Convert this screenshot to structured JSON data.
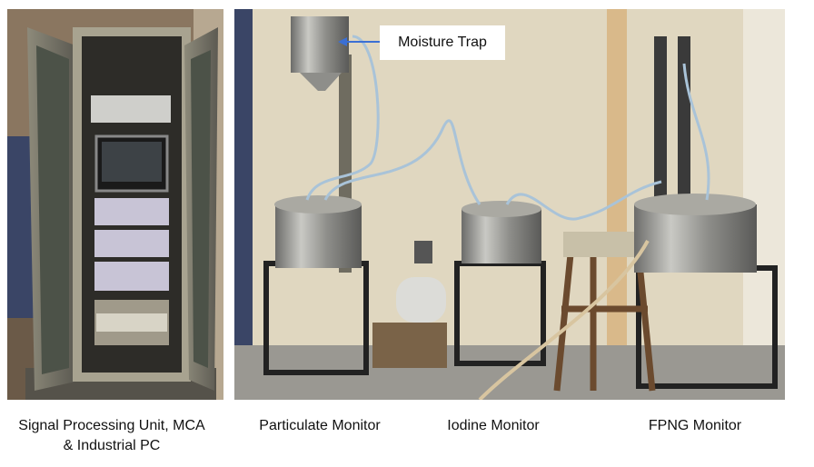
{
  "captions": {
    "cabinet": [
      "Signal Processing Unit, MCA",
      "& Industrial PC"
    ],
    "particulate": "Particulate Monitor",
    "iodine": "Iodine Monitor",
    "fpng": "FPNG Monitor"
  },
  "callout": {
    "label": "Moisture Trap",
    "arrow_color": "#3b6fd4"
  }
}
